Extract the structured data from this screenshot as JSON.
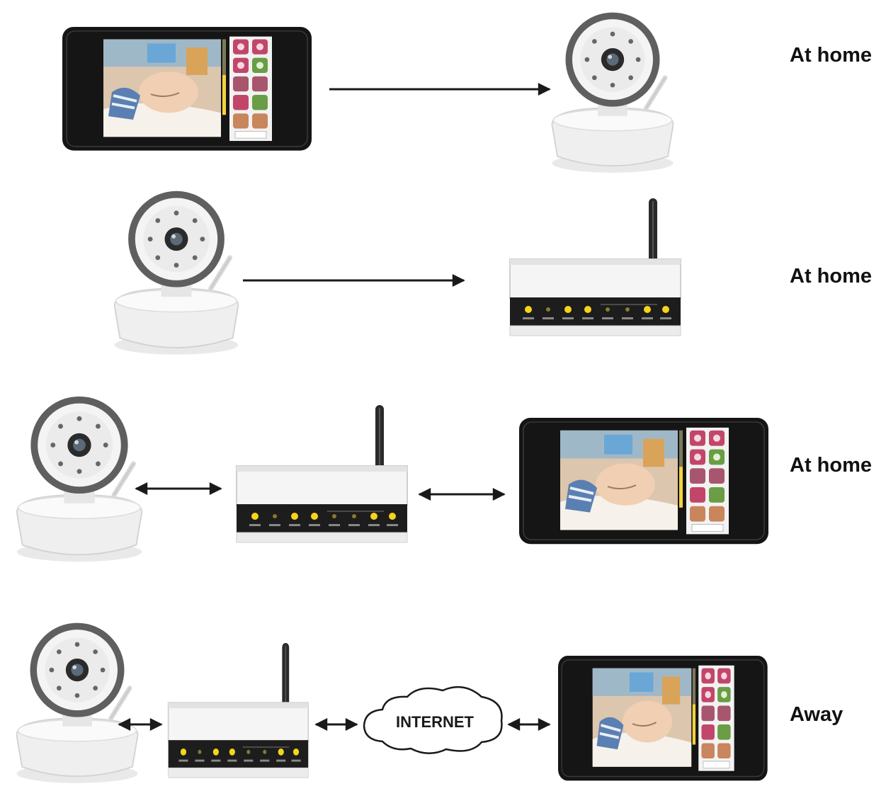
{
  "rows": [
    {
      "label": "At home"
    },
    {
      "label": "At home"
    },
    {
      "label": "At home"
    },
    {
      "label": "Away"
    }
  ],
  "internet": {
    "label": "INTERNET"
  },
  "colors": {
    "arrow": "#1a1a1a",
    "device_frame": "#151515",
    "camera_ring": "#5a5a5a",
    "camera_body": "#f2f2f2",
    "router_body": "#f4f4f4",
    "router_panel": "#1c1c1c",
    "led": "#f5d41c",
    "app_icon": "#c2466a"
  },
  "icons": {
    "camera": "baby-monitor-camera-icon",
    "router": "wifi-router-icon",
    "viewer": "smartphone-viewer-icon",
    "cloud": "internet-cloud-icon"
  }
}
